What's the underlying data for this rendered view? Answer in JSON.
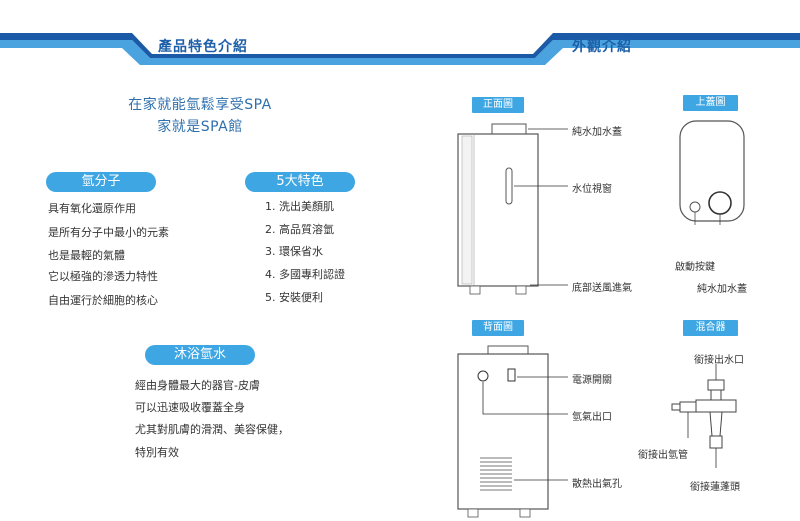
{
  "header": {
    "left_title": "產品特色介紹",
    "right_title": "外觀介紹"
  },
  "intro": {
    "line1": "在家就能氫鬆享受SPA",
    "line2": "家就是SPA館"
  },
  "hydrogen": {
    "pill": "氫分子",
    "items": [
      "具有氧化還原作用",
      "是所有分子中最小的元素",
      "也是最輕的氣體",
      "它以極強的滲透力特性",
      "自由運行於細胞的核心"
    ]
  },
  "features": {
    "pill": "5大特色",
    "items": [
      "1. 洗出美顏肌",
      "2. 高品質溶氫",
      "3. 環保省水",
      "4. 多國專利認證",
      "5. 安裝便利"
    ]
  },
  "bath": {
    "pill": "沐浴氫水",
    "items": [
      "經由身體最大的器官-皮膚",
      "可以迅速吸收覆蓋全身",
      "尤其對肌膚的滑潤、美容保健，",
      "特別有效"
    ]
  },
  "diagrams": {
    "front": {
      "tag": "正面圖",
      "labels": [
        "純水加水蓋",
        "水位視窗",
        "底部送風進氣"
      ]
    },
    "top": {
      "tag": "上蓋圖",
      "labels": [
        "啟動按鍵",
        "純水加水蓋"
      ]
    },
    "back": {
      "tag": "背面圖",
      "labels": [
        "電源開關",
        "氫氣出口",
        "散熱出氣孔"
      ]
    },
    "mixer": {
      "tag": "混合器",
      "labels": [
        "銜接出水口",
        "銜接出氫管",
        "銜接蓮蓬頭"
      ]
    }
  },
  "colors": {
    "band_dark": "#1b5aa6",
    "band_light": "#4aa3df",
    "accent": "#3ea6e3"
  }
}
